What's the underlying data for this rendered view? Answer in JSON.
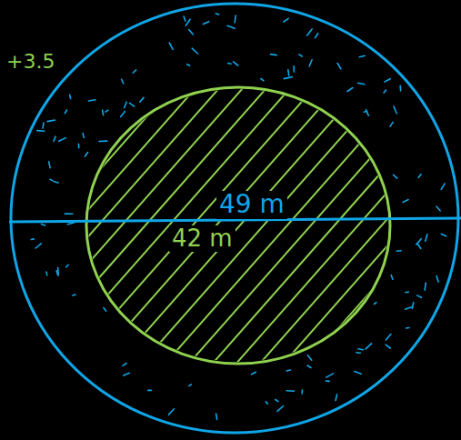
{
  "diagram": {
    "labels": [
      "+3.5",
      "49 m",
      "42 m"
    ]
  }
}
